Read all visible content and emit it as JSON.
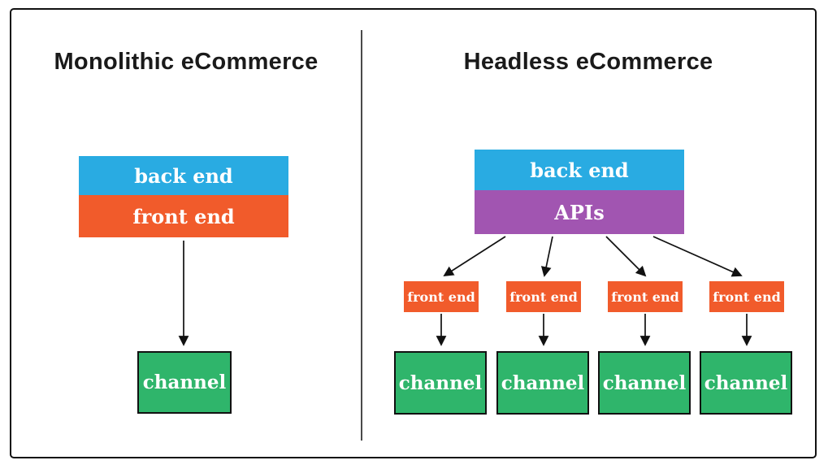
{
  "left_panel": {
    "title": "Monolithic eCommerce",
    "backend_label": "back end",
    "frontend_label": "front end",
    "channel_label": "channel"
  },
  "right_panel": {
    "title": "Headless eCommerce",
    "backend_label": "back end",
    "apis_label": "APIs",
    "frontend_labels": [
      "front end",
      "front end",
      "front end",
      "front end"
    ],
    "channel_labels": [
      "channel",
      "channel",
      "channel",
      "channel"
    ]
  },
  "colors": {
    "backend_blue": "#29ABE2",
    "frontend_orange": "#F15B2B",
    "apis_purple": "#A155B1",
    "channel_green": "#2FB56B",
    "text_white": "#FFFFFF",
    "title_black": "#1A1A1A",
    "arrow_black": "#111111"
  }
}
